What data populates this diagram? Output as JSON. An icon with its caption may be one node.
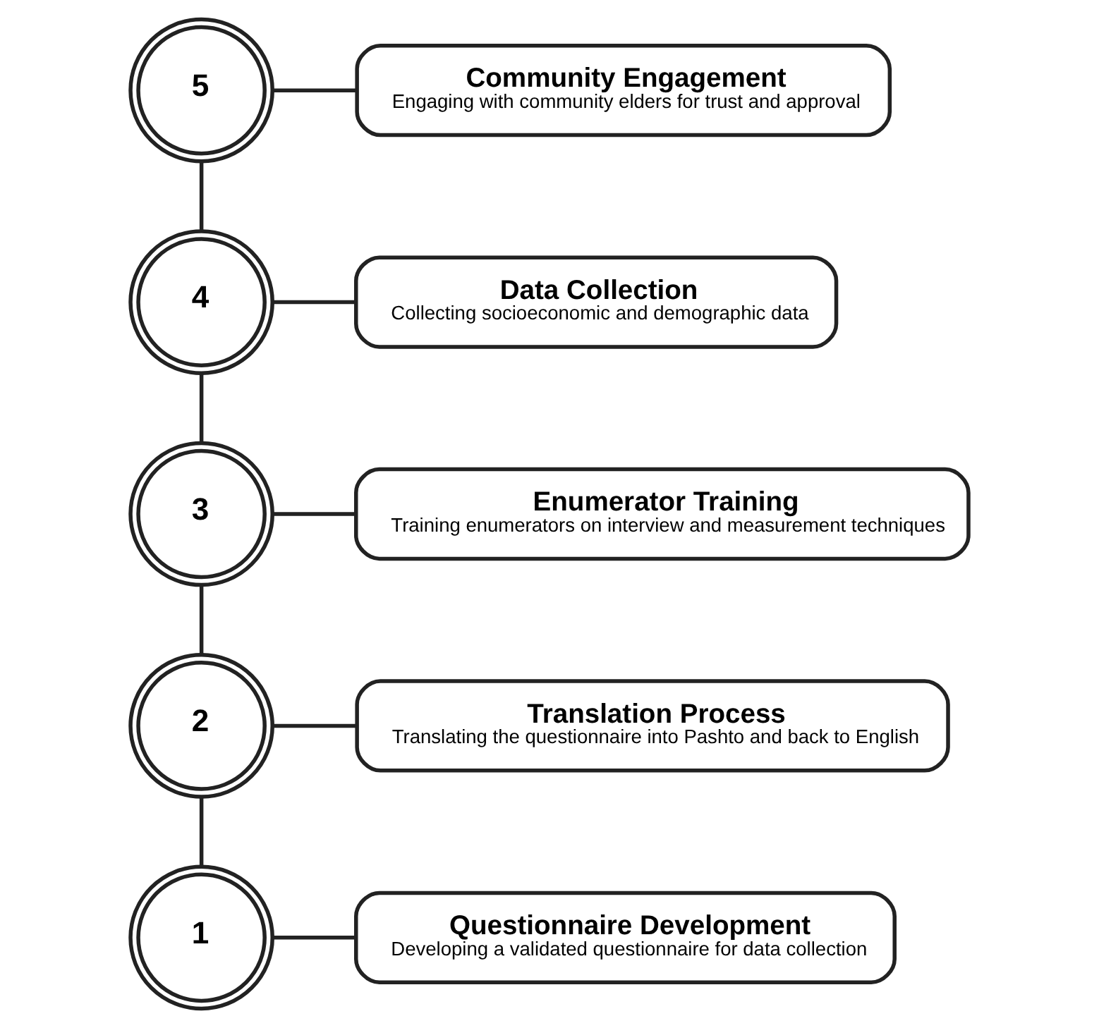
{
  "diagram": {
    "nodes": [
      {
        "text": [
          "1"
        ]
      },
      {
        "text": [
          "Questionnaire Development",
          "Developing a validated questionnaire for data collection"
        ]
      },
      {
        "text": [
          "2"
        ]
      },
      {
        "text": [
          "Translation Process",
          "Translating the questionnaire into Pashto and back to English"
        ]
      },
      {
        "text": [
          "3"
        ]
      },
      {
        "text": [
          "Enumerator Training",
          "Training enumerators on interview and measurement techniques"
        ]
      },
      {
        "text": [
          "4"
        ]
      },
      {
        "text": [
          "Data Collection",
          "Collecting socioeconomic and demographic data"
        ]
      },
      {
        "text": [
          "5"
        ]
      },
      {
        "text": [
          "Community Engagement",
          "Engaging with community elders for trust and approval"
        ]
      }
    ],
    "edges": [
      {
        "from": 0,
        "to": 1,
        "arrow": "none"
      },
      {
        "from": 0,
        "to": 2,
        "arrow": "none"
      },
      {
        "from": 2,
        "to": 3,
        "arrow": "none"
      },
      {
        "from": 2,
        "to": 4,
        "arrow": "none"
      },
      {
        "from": 4,
        "to": 5,
        "arrow": "none"
      },
      {
        "from": 4,
        "to": 6,
        "arrow": "none"
      },
      {
        "from": 6,
        "to": 7,
        "arrow": "none"
      },
      {
        "from": 6,
        "to": 8,
        "arrow": "none"
      },
      {
        "from": 8,
        "to": 9,
        "arrow": "none"
      }
    ]
  }
}
